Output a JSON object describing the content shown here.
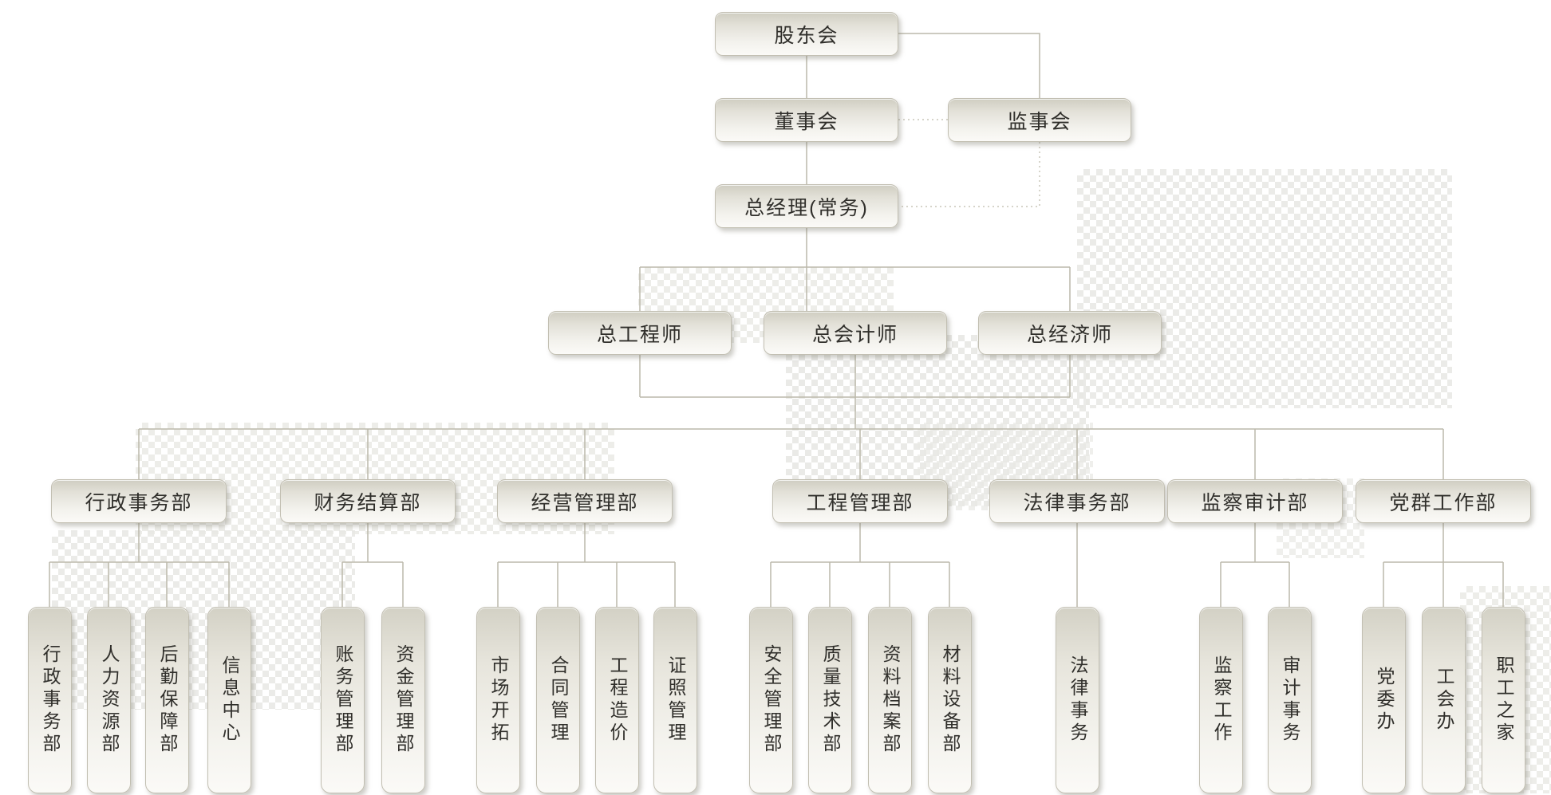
{
  "org": {
    "top": {
      "shareholders": "股东会",
      "board_of_directors": "董事会",
      "supervisory_board": "监事会",
      "general_manager": "总经理(常务)",
      "chiefs": [
        "总工程师",
        "总会计师",
        "总经济师"
      ]
    },
    "departments": [
      {
        "label": "行政事务部",
        "children": [
          "行政事务部",
          "人力资源部",
          "后勤保障部",
          "信息中心"
        ]
      },
      {
        "label": "财务结算部",
        "children": [
          "账务管理部",
          "资金管理部"
        ]
      },
      {
        "label": "经营管理部",
        "children": [
          "市场开拓",
          "合同管理",
          "工程造价",
          "证照管理"
        ]
      },
      {
        "label": "工程管理部",
        "children": [
          "安全管理部",
          "质量技术部",
          "资料档案部",
          "材料设备部"
        ]
      },
      {
        "label": "法律事务部",
        "children": [
          "法律事务"
        ]
      },
      {
        "label": "监察审计部",
        "children": [
          "监察工作",
          "审计事务"
        ]
      },
      {
        "label": "党群工作部",
        "children": [
          "党委办",
          "工会办",
          "职工之家"
        ]
      }
    ],
    "colors": {
      "connector_line": "#bcb9ab",
      "dotted_line": "#c9c6b9",
      "node_border": "#c2bfb2",
      "node_gradient_top": "#cfcdc1",
      "node_gradient_bottom": "#fbfaf7",
      "node_text": "#302f2b",
      "dot_pattern": "#e8e8e4",
      "background": "#ffffff"
    }
  }
}
